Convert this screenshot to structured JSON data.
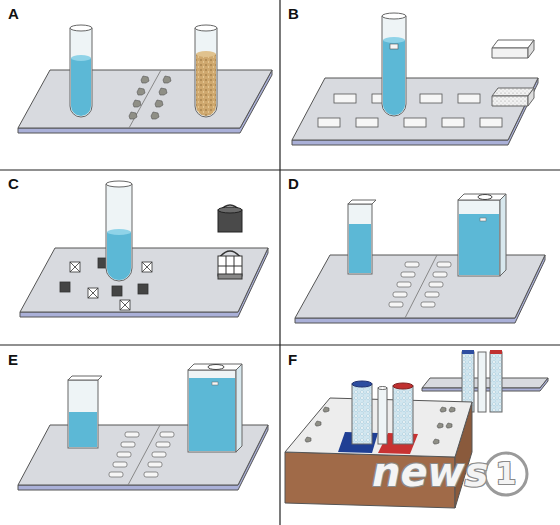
{
  "diagram": {
    "labels": [
      "A",
      "B",
      "C",
      "D",
      "E",
      "F",
      "news",
      "1"
    ]
  }
}
